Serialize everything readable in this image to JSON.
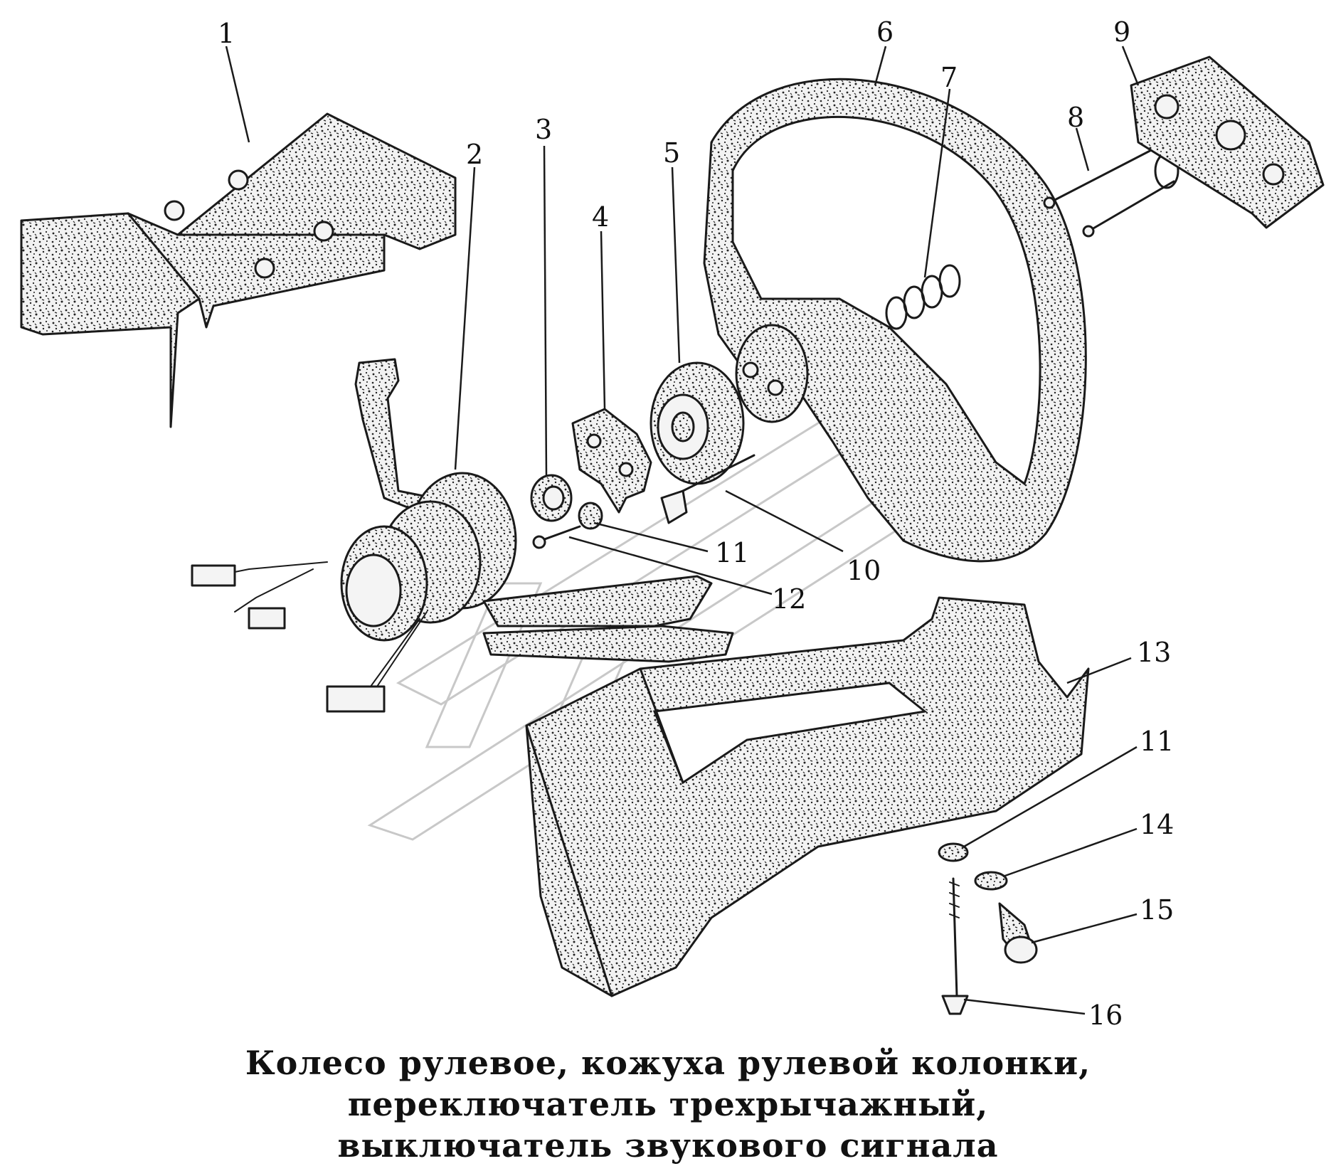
{
  "callouts": [
    "1",
    "2",
    "3",
    "4",
    "5",
    "6",
    "7",
    "8",
    "9",
    "10",
    "11",
    "11",
    "12",
    "13",
    "14",
    "15",
    "16"
  ],
  "caption": {
    "line1": "Колесо рулевое, кожуха рулевой колонки,",
    "line2": "переключатель трехрычажный,",
    "line3": "выключатель звукового сигнала"
  },
  "colors": {
    "ink": "#1a1a1a",
    "background": "#ffffff",
    "watermark": "#c8c8c8"
  }
}
